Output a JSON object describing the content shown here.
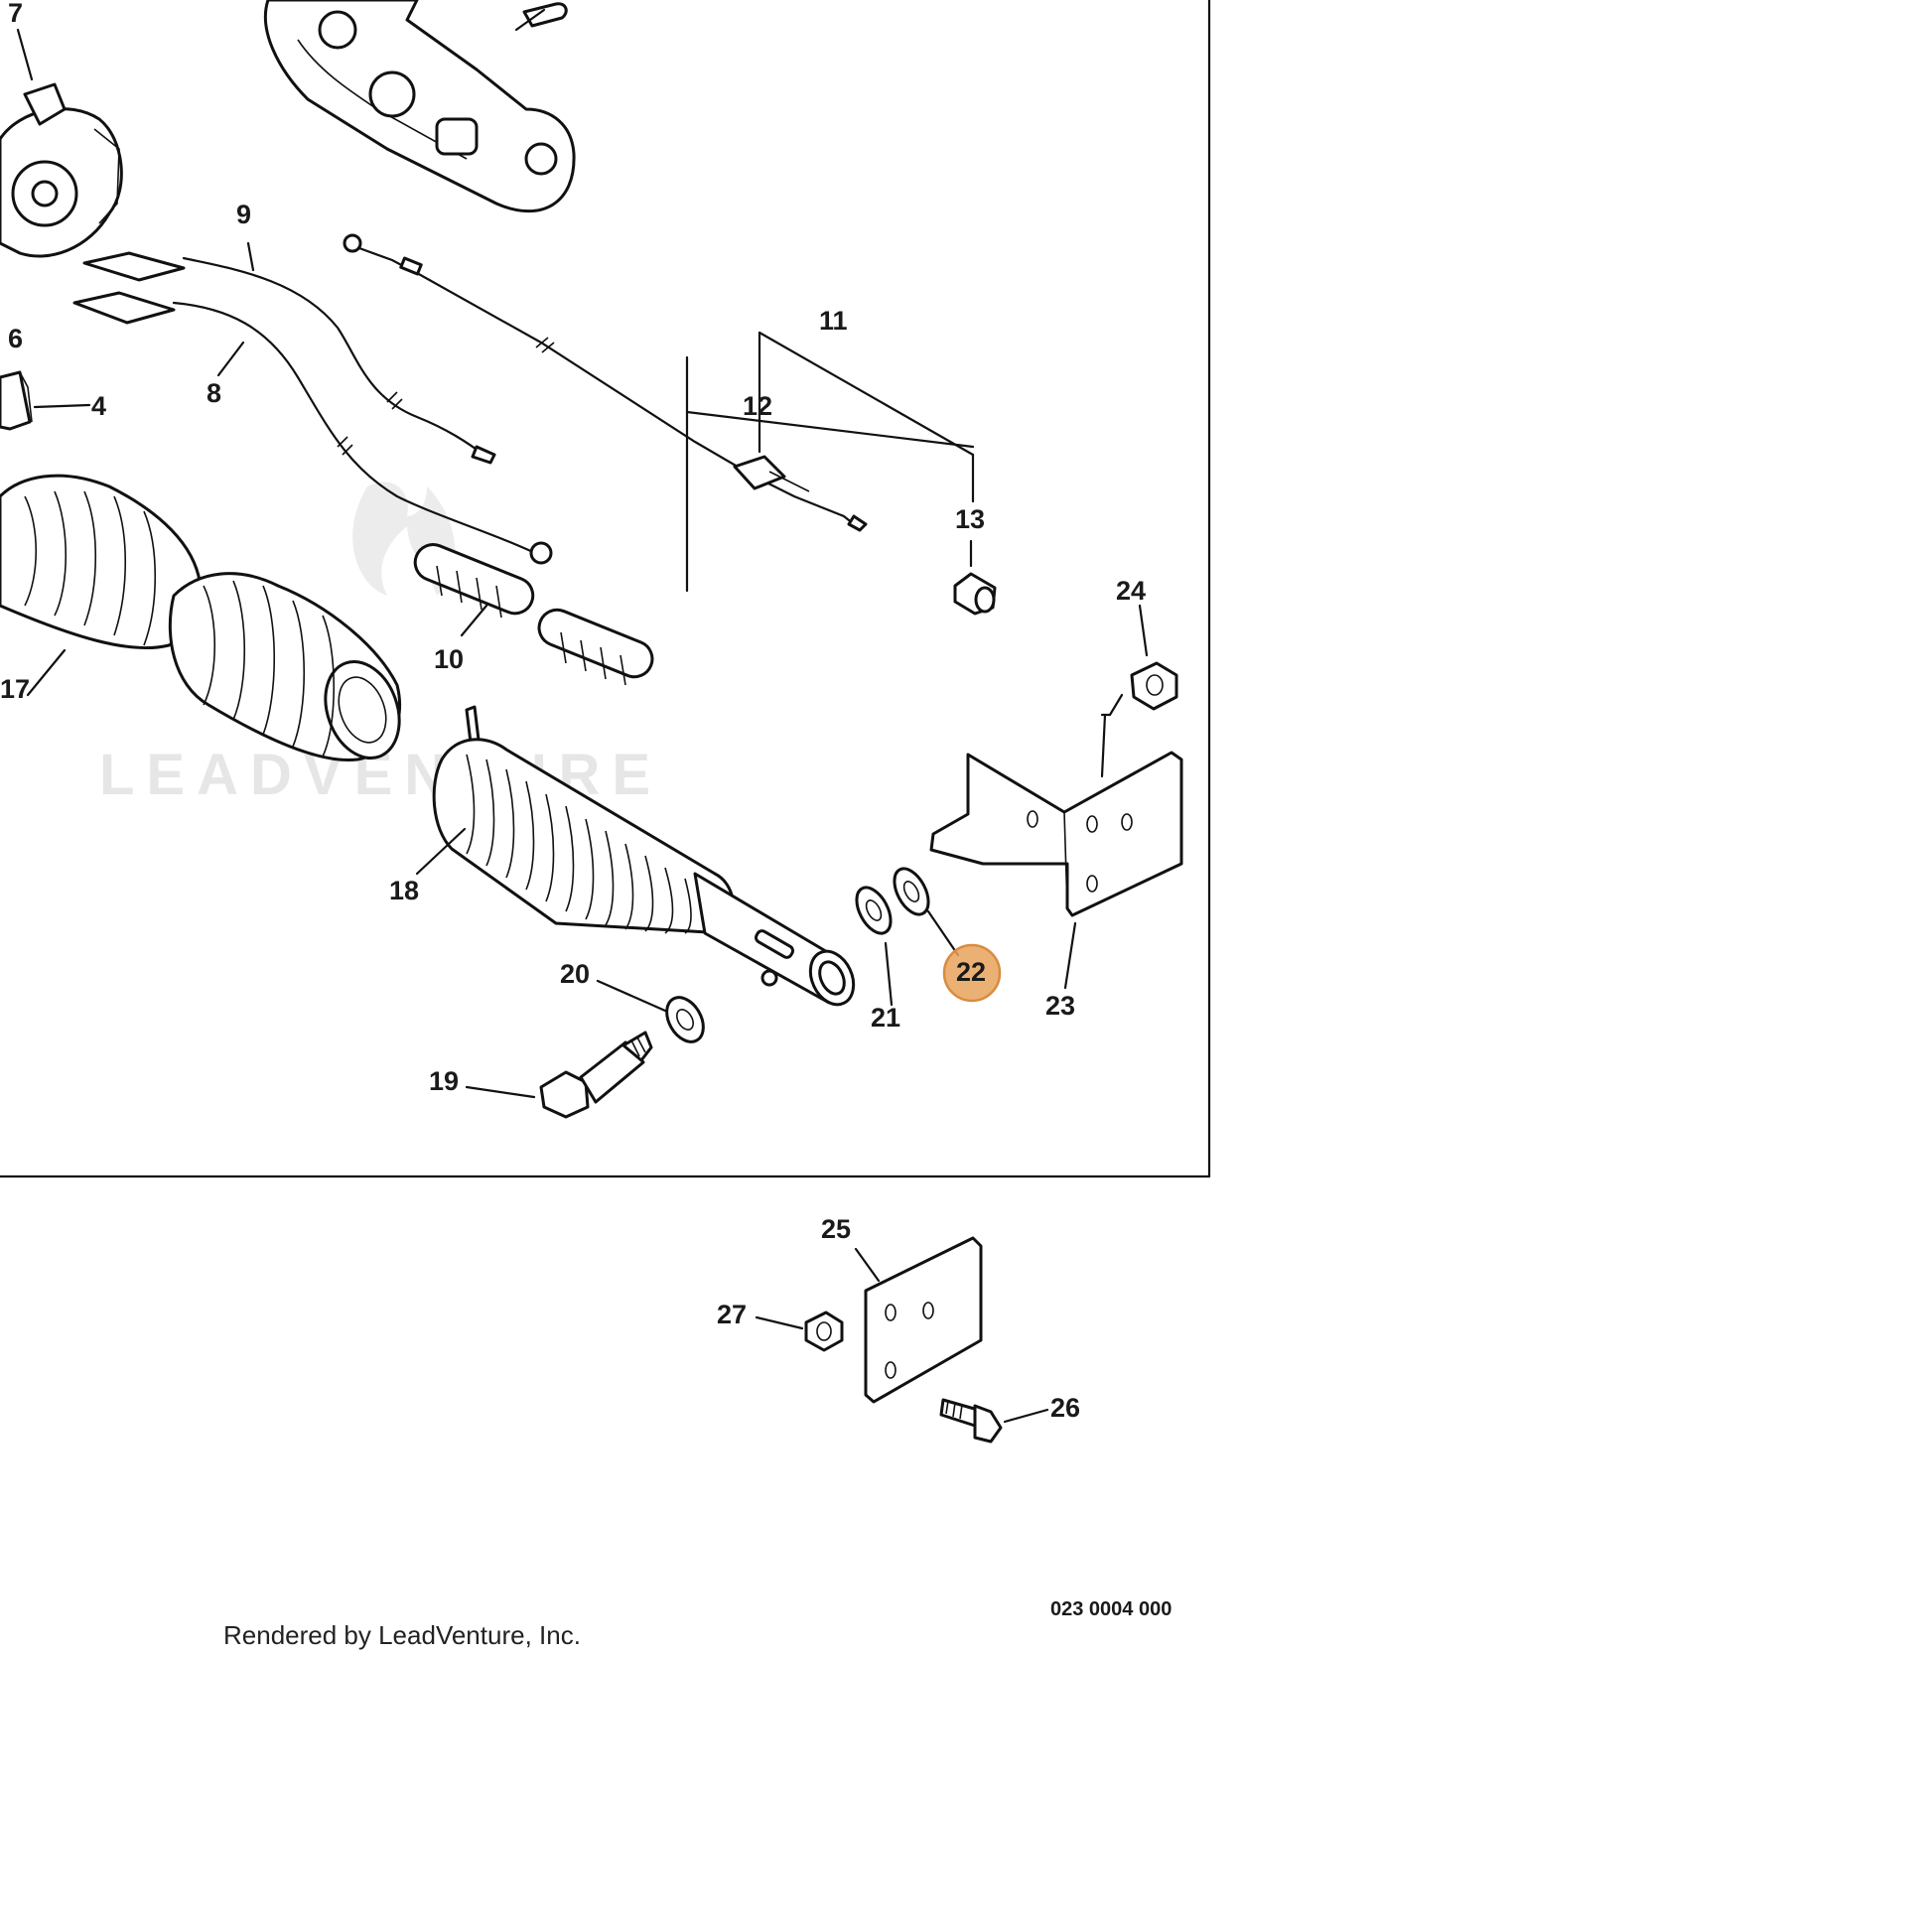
{
  "diagram": {
    "part_labels": [
      "7",
      "9",
      "6",
      "4",
      "8",
      "11",
      "12",
      "13",
      "24",
      "10",
      "17",
      "18",
      "23",
      "20",
      "21",
      "22",
      "19",
      "25",
      "27",
      "26"
    ],
    "highlighted_part": "22",
    "highlight_color": "#e8a35c",
    "drawing_code": "023 0004 000",
    "credit": "Rendered by LeadVenture, Inc.",
    "watermark": "LEADVENTURE"
  }
}
